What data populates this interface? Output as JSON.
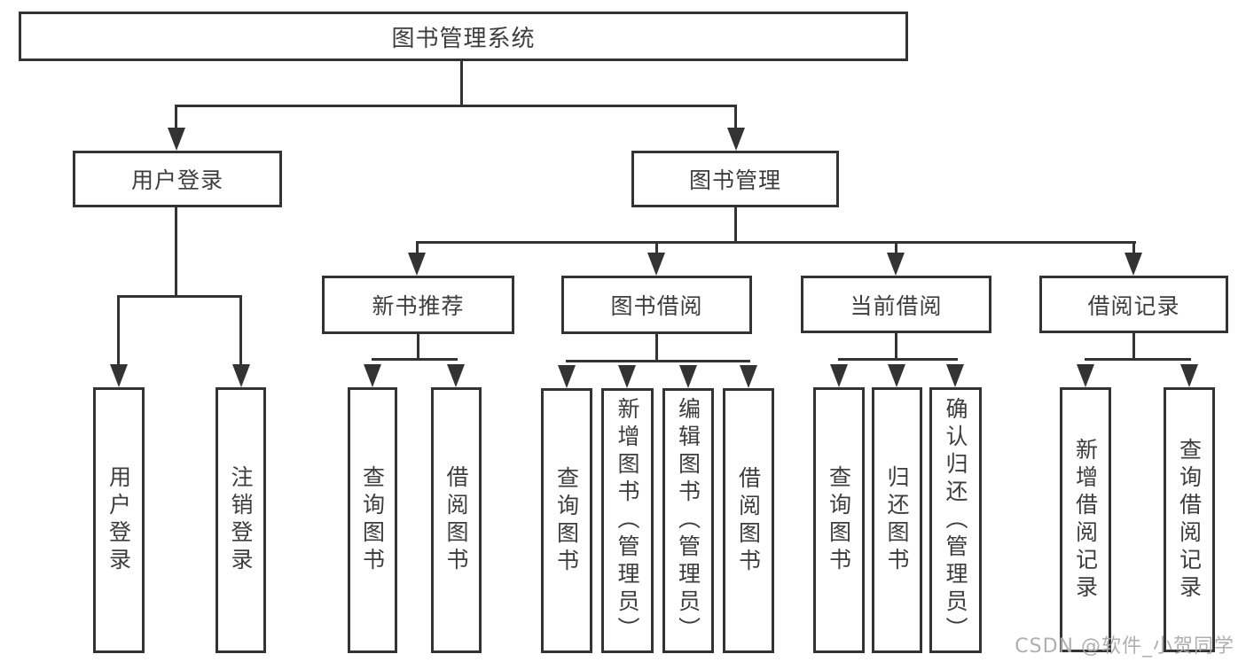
{
  "diagram": {
    "root": {
      "label": "图书管理系统"
    },
    "branches": [
      {
        "label": "用户登录"
      },
      {
        "label": "图书管理"
      }
    ],
    "modules": [
      {
        "label": "新书推荐",
        "parent": "图书管理"
      },
      {
        "label": "图书借阅",
        "parent": "图书管理"
      },
      {
        "label": "当前借阅",
        "parent": "图书管理"
      },
      {
        "label": "借阅记录",
        "parent": "图书管理"
      }
    ],
    "leaves": [
      {
        "label": "用户登录",
        "parent": "用户登录"
      },
      {
        "label": "注销登录",
        "parent": "用户登录"
      },
      {
        "label": "查询图书",
        "parent": "新书推荐"
      },
      {
        "label": "借阅图书",
        "parent": "新书推荐"
      },
      {
        "label": "查询图书",
        "parent": "图书借阅"
      },
      {
        "label": "新增图书（管理员）",
        "parent": "图书借阅"
      },
      {
        "label": "编辑图书（管理员）",
        "parent": "图书借阅"
      },
      {
        "label": "借阅图书",
        "parent": "图书借阅"
      },
      {
        "label": "查询图书",
        "parent": "当前借阅"
      },
      {
        "label": "归还图书",
        "parent": "当前借阅"
      },
      {
        "label": "确认归还（管理员）",
        "parent": "当前借阅"
      },
      {
        "label": "新增借阅记录",
        "parent": "借阅记录"
      },
      {
        "label": "查询借阅记录",
        "parent": "借阅记录"
      }
    ]
  },
  "watermark": {
    "text": "CSDN @软件_小贺同学"
  },
  "colors": {
    "line": "#333333",
    "text": "#3d3d3d",
    "box_background": "#ffffff",
    "page_background": "#ffffff",
    "watermark": "#ababab"
  }
}
